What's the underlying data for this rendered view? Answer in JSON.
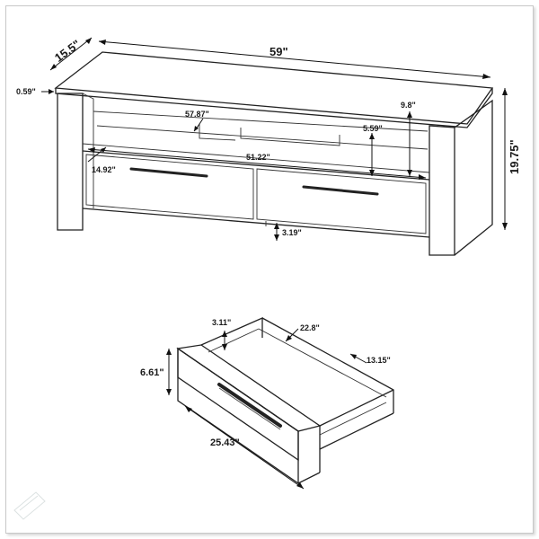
{
  "dimensions": {
    "overall_width": "59\"",
    "depth": "15.5\"",
    "top_thickness": "0.59\"",
    "inner_width": "57.87\"",
    "shelf_height": "9.8\"",
    "opening_height": "5.59\"",
    "drawer_span": "51.22\"",
    "side_depth": "14.92\"",
    "overall_height": "19.75\"",
    "floor_clearance": "3.19\""
  },
  "drawer": {
    "height": "6.61\"",
    "side_height": "3.11\"",
    "depth": "22.8\"",
    "inner_width": "13.15\"",
    "width": "25.43\""
  },
  "colors": {
    "line": "#222222",
    "frame": "#c8c8c8"
  }
}
